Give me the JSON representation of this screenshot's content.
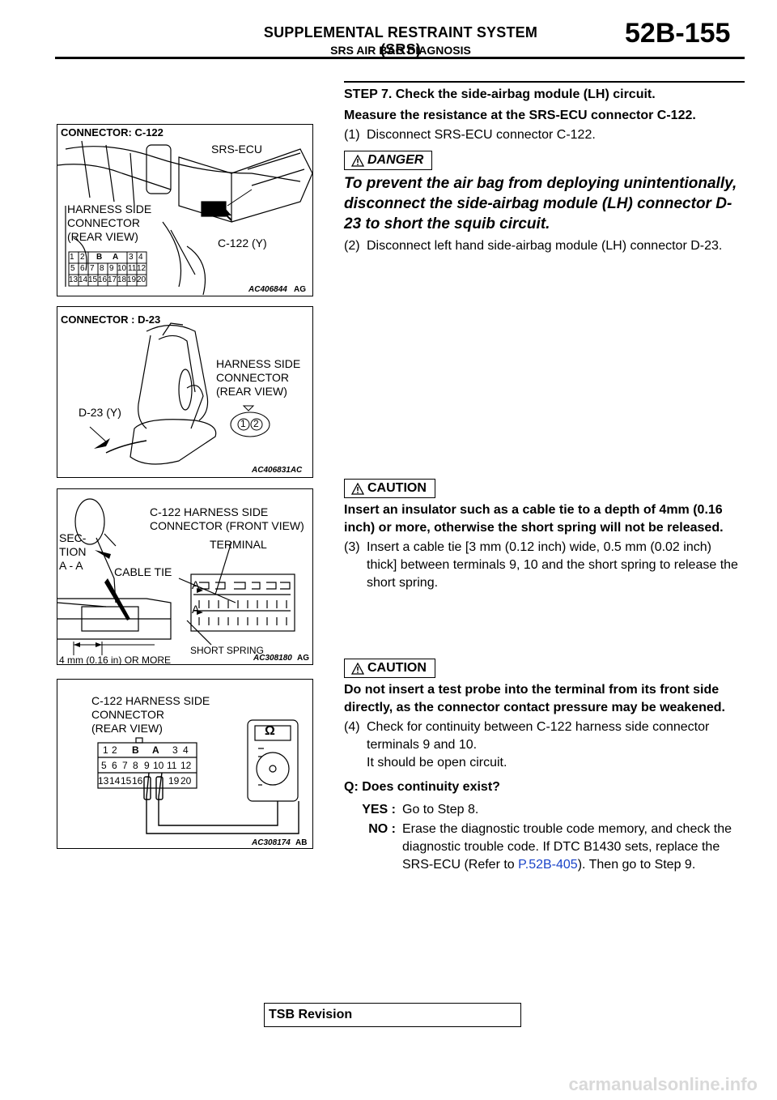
{
  "header": {
    "title": "SUPPLEMENTAL RESTRAINT SYSTEM (SRS)",
    "subtitle": "SRS AIR BAG DIAGNOSIS",
    "page": "52B-155"
  },
  "figures": {
    "f1": {
      "connector": "CONNECTOR: C-122",
      "srs_ecu": "SRS-ECU",
      "harness": "HARNESS SIDE\nCONNECTOR\n(REAR VIEW)",
      "c122": "C-122 (Y)",
      "code": "AC406844",
      "suffix": "AG",
      "pins_row1": [
        "1",
        "2",
        "B",
        "A",
        "3",
        "4"
      ],
      "pins_row2": [
        "5",
        "6",
        "7",
        "8",
        "9",
        "10",
        "11",
        "12"
      ],
      "pins_row3": [
        "13",
        "14",
        "15",
        "16",
        "17",
        "18",
        "19",
        "20"
      ]
    },
    "f2": {
      "connector": "CONNECTOR : D-23",
      "harness": "HARNESS SIDE\nCONNECTOR\n(REAR VIEW)",
      "d23": "D-23 (Y)",
      "pin1": "1",
      "pin2": "2",
      "code": "AC406831AC"
    },
    "f3": {
      "harness": "C-122 HARNESS SIDE\nCONNECTOR (FRONT VIEW)",
      "terminal": "TERMINAL",
      "section": "SEC-\nTION\nA - A",
      "cable_tie": "CABLE TIE",
      "short_spring": "SHORT SPRING",
      "depth": "4 mm (0.16 in) OR MORE",
      "a_top": "A",
      "a_bottom": "A",
      "code": "AC308180",
      "suffix": "AG"
    },
    "f4": {
      "harness": "C-122 HARNESS SIDE\nCONNECTOR\n(REAR VIEW)",
      "omega": "Ω",
      "code": "AC308174",
      "suffix": "AB",
      "pins_row1": [
        "1",
        "2",
        "B",
        "A",
        "3",
        "4"
      ],
      "pins_row2": [
        "5",
        "6",
        "7",
        "8",
        "9",
        "10",
        "11",
        "12"
      ],
      "pins_row3": [
        "13",
        "14",
        "15",
        "16",
        "19",
        "20"
      ]
    }
  },
  "text": {
    "step_title": "STEP 7. Check the side-airbag module (LH) circuit.",
    "measure": "Measure the resistance at the SRS-ECU connector C-122.",
    "i1_num": "(1)",
    "i1": "Disconnect SRS-ECU connector C-122.",
    "danger_label": "DANGER",
    "danger_text": "To prevent the air bag from deploying unintentionally, disconnect the side-airbag module (LH) connector D-23 to short the squib circuit.",
    "i2_num": "(2)",
    "i2": "Disconnect left hand side-airbag module (LH) connector D-23.",
    "caution1_label": "CAUTION",
    "caution1_text": "Insert an insulator such as a cable tie to a depth of 4mm (0.16 inch) or more, otherwise the short spring will not be released.",
    "i3_num": "(3)",
    "i3": "Insert a cable tie [3 mm (0.12 inch) wide, 0.5 mm (0.02 inch) thick] between terminals 9, 10 and the short spring to release the short spring.",
    "caution2_label": "CAUTION",
    "caution2_text": "Do not insert a test probe into the terminal from its front side directly, as the connector contact pressure may be weakened.",
    "i4_num": "(4)",
    "i4": "Check for continuity between C-122 harness side connector terminals 9 and 10.",
    "i4b": "It should be open circuit.",
    "question": "Q: Does continuity exist?",
    "yes_key": "YES :",
    "yes_text": "Go to Step 8.",
    "no_key": "NO :",
    "no_text_a": "Erase the diagnostic trouble code memory, and check the diagnostic trouble code. If DTC B1430 sets, replace the SRS-ECU (Refer to ",
    "no_link": "P.52B-405",
    "no_text_b": "). Then go to Step 9."
  },
  "footer": {
    "tsb": "TSB Revision",
    "watermark": "carmanualsonline.info"
  }
}
